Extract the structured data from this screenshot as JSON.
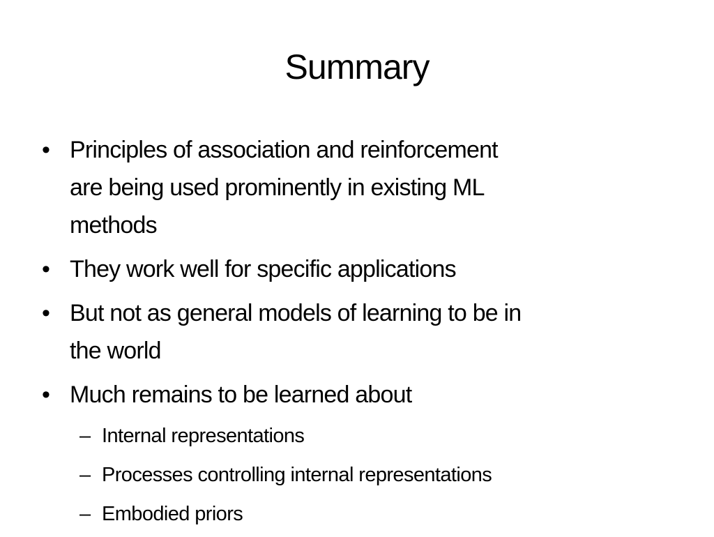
{
  "slide": {
    "title": "Summary",
    "bullets": [
      {
        "marker": "•",
        "lines": [
          "Principles of association and reinforcement",
          "are being used prominently in existing ML",
          "methods"
        ]
      },
      {
        "marker": "•",
        "lines": [
          "They work well for specific applications"
        ]
      },
      {
        "marker": "•",
        "lines": [
          "But not as general models of learning to be in",
          "the world"
        ]
      },
      {
        "marker": "•",
        "lines": [
          "Much remains to be learned about"
        ]
      }
    ],
    "sub_bullets": [
      {
        "marker": "–",
        "text": "Internal representations"
      },
      {
        "marker": "–",
        "text": "Processes controlling internal representations"
      },
      {
        "marker": "–",
        "text": "Embodied priors"
      }
    ]
  }
}
